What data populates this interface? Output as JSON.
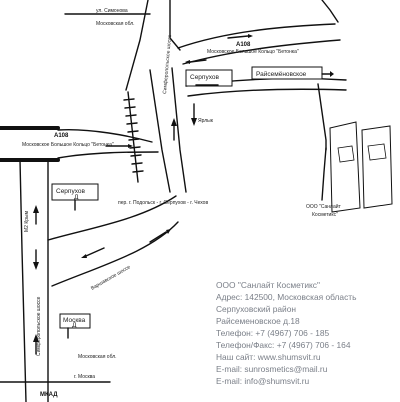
{
  "map": {
    "roads": {
      "simonov": "ул. Симонова",
      "moskovskaya_top": "Московская обл.",
      "mkad": "МКАД",
      "mkad_bottom": "МКАД",
      "mbk_top_name": "Московское Большое Кольцо \"Бетонка\"",
      "mbk_top_code": "А108",
      "mbk_left_name": "Московское Большое Кольцо \"Бетонка\"",
      "mbk_left_code": "А108",
      "simferopol_top": "Симферопольское шоссе",
      "simferopol_bottom": "Симферопольское шоссе",
      "mkad_route": "М2 Крым",
      "varshavskoe": "Варшавское шоссе",
      "serpukhov_cross": "пер. г. Подольск - г. Серпухов - г. Чехов",
      "moskva_bottom": "г. Москва",
      "moskovskaya_bottom": "Московская обл."
    },
    "signs": {
      "serpukhov_top": "Серпухов",
      "raimeg": "Райсемёновское",
      "sign_left_1": "Серпухов",
      "sign_left_1_sub": "Д",
      "sign_bottom": "Москва",
      "sign_bottom_sub": "Д"
    },
    "company_label_line1": "ООО \"Санлайт",
    "company_label_line2": "Косметикс\"",
    "direction_text": "Ярлык"
  },
  "contact": {
    "company": "ООО \"Санлайт Косметикс\"",
    "address_1": "Адрес: 142500, Московская область",
    "address_2": "Серпуховский район",
    "address_3": "Райсеменовское д.18",
    "phone": "Телефон: +7 (4967) 706 - 185",
    "phone_fax": "Телефон/Факс: +7 (4967) 706 - 164",
    "site": "Наш сайт: www.shumsvit.ru",
    "email_sales": "E-mail: sunrosmetics@mail.ru",
    "email_info": "E-mail: info@shumsvit.ru"
  },
  "colors": {
    "ink": "#111111",
    "info_text": "#7a7f88"
  }
}
